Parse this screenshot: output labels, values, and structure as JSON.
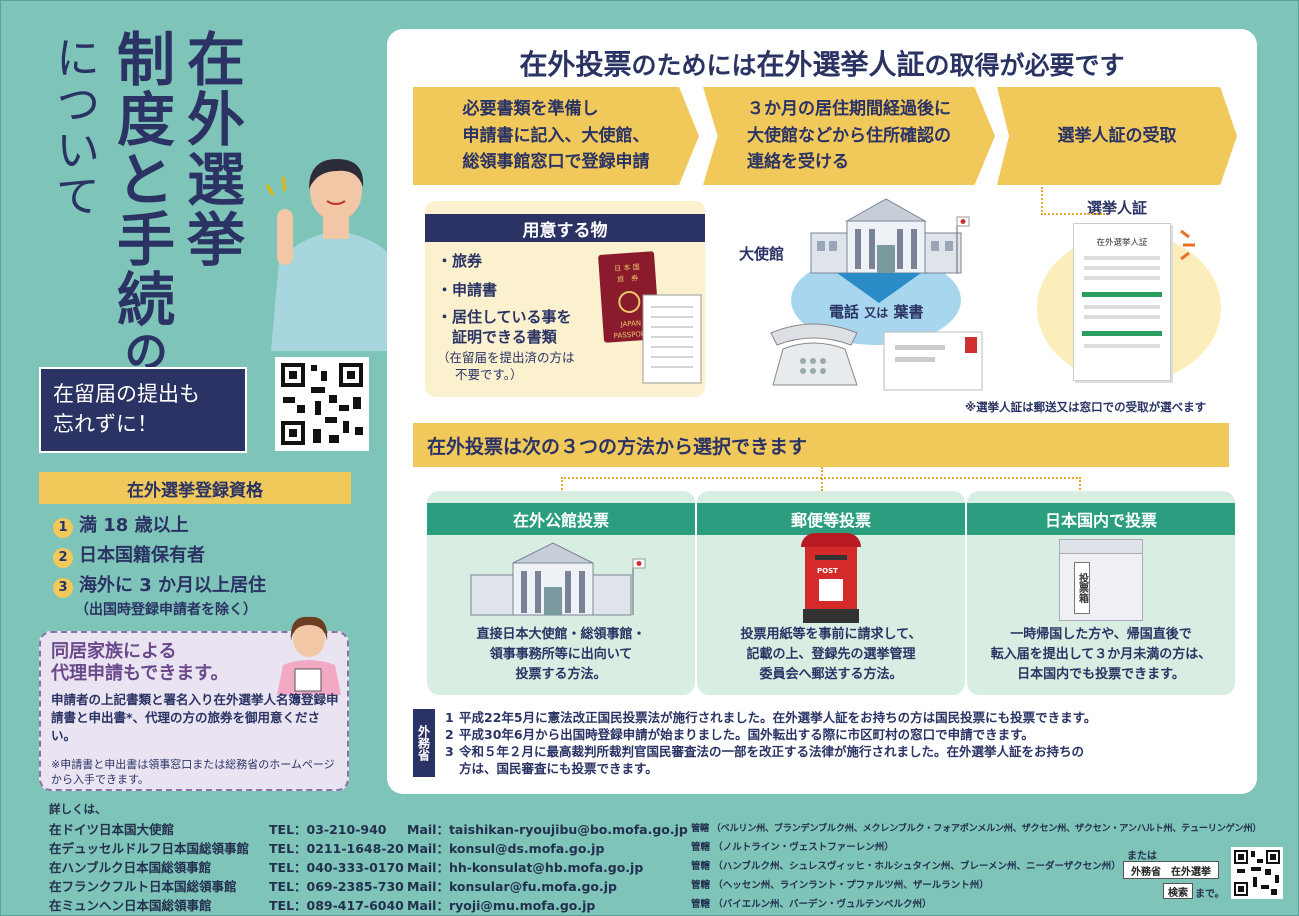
{
  "title": {
    "line1": "在外選挙",
    "line2": "制度と手続",
    "line3": "について",
    "no": "の"
  },
  "reminder": {
    "line1": "在留届の提出も",
    "line2": "忘れずに！"
  },
  "eligibility": {
    "heading": "在外選挙登録資格",
    "items": [
      {
        "num": "1",
        "text": "満 18 歳以上"
      },
      {
        "num": "2",
        "text": "日本国籍保有者"
      },
      {
        "num": "3",
        "text": "海外に 3 か月以上居住"
      }
    ],
    "note": "（出国時登録申請者を除く）"
  },
  "proxy": {
    "title1": "同居家族による",
    "title2": "代理申請もできます。",
    "body": "申請者の上記書類と署名入り在外選挙人名簿登録申請書と申出書*、代理の方の旅券を御用意ください。",
    "note": "※申請書と申出書は領事窓口または総務省のホームページから入手できます。"
  },
  "banner": {
    "part1": "在外投票",
    "part2": "のためには",
    "part3": "在外選挙人証",
    "part4": "の取得が必要です"
  },
  "steps": [
    {
      "l1": "必要書類を準備し",
      "l2": "申請書に記入、大使館、",
      "l3": "総領事館窓口で登録申請"
    },
    {
      "l1": "３か月の居住期間経過後に",
      "l2": "大使館などから住所確認の",
      "l3": "連絡を受ける"
    },
    {
      "l1": "選挙人証の受取",
      "l2": "",
      "l3": ""
    }
  ],
  "prepare": {
    "heading": "用意する物",
    "items": [
      "・旅券",
      "・申請書",
      "・居住している事を",
      "　証明できる書類"
    ],
    "note1": "（在留届を提出済の方は",
    "note2": "不要です。）",
    "passport1": "日 本 国",
    "passport2": "旅　券",
    "passport3": "JAPAN",
    "passport4": "PASSPORT"
  },
  "embassy": {
    "label": "大使館",
    "contact_a": "電話",
    "contact_or": "又は",
    "contact_b": "葉書"
  },
  "certificate": {
    "label": "選挙人証",
    "doc_title": "在外選挙人証"
  },
  "cert_note": "※選挙人証は郵送又は窓口での受取が選べます",
  "methods_heading": "在外投票は次の３つの方法から選択できます",
  "methods": [
    {
      "title": "在外公館投票",
      "l1": "直接日本大使館・総領事館・",
      "l2": "領事事務所等に出向いて",
      "l3": "投票する方法。"
    },
    {
      "title": "郵便等投票",
      "l1": "投票用紙等を事前に請求して、",
      "l2": "記載の上、登録先の選挙管理",
      "l3": "委員会へ郵送する方法。",
      "post": "POST"
    },
    {
      "title": "日本国内で投票",
      "l1": "一時帰国した方や、帰国直後で",
      "l2": "転入届を提出して３か月未満の方は、",
      "l3": "日本国内でも投票できます。",
      "box": "投票箱"
    }
  ],
  "ministry": "外務省",
  "notes": [
    {
      "n": "1",
      "t": "平成22年5月に憲法改正国民投票法が施行されました。在外選挙人証をお持ちの方は国民投票にも投票できます。"
    },
    {
      "n": "2",
      "t": "平成30年6月から出国時登録申請が始まりました。国外転出する際に市区町村の窓口で申請できます。"
    },
    {
      "n": "3",
      "t": "令和５年２月に最高裁判所裁判官国民審査法の一部を改正する法律が施行されました。在外選挙人証をお持ちの"
    },
    {
      "n": "",
      "t": "方は、国民審査にも投票できます。"
    }
  ],
  "footer": {
    "intro": "詳しくは、",
    "rows": [
      {
        "office": "在ドイツ日本国大使館",
        "tel": "TEL：03-210-940",
        "mail": "Mail：taishikan-ryoujibu@bo.mofa.go.jp",
        "area": "管轄 （ベルリン州、ブランデンブルク州、メクレンブルク・フォアポンメルン州、ザクセン州、ザクセン・アンハルト州、テューリンゲン州）"
      },
      {
        "office": "在デュッセルドルフ日本国総領事館",
        "tel": "TEL：0211-1648-20",
        "mail": "Mail：konsul@ds.mofa.go.jp",
        "area": "管轄 （ノルトライン・ヴェストファーレン州）"
      },
      {
        "office": "在ハンブルク日本国総領事館",
        "tel": "TEL：040-333-0170",
        "mail": "Mail：hh-konsulat@hb.mofa.go.jp",
        "area": "管轄 （ハンブルク州、シュレスヴィッヒ・ホルシュタイン州、ブレーメン州、ニーダーザクセン州）"
      },
      {
        "office": "在フランクフルト日本国総領事館",
        "tel": "TEL：069-2385-730",
        "mail": "Mail：konsular@fu.mofa.go.jp",
        "area": "管轄 （ヘッセン州、ラインラント・プファルツ州、ザールラント州）"
      },
      {
        "office": "在ミュンヘン日本国総領事館",
        "tel": "TEL：089-417-6040",
        "mail": "Mail：ryoji@mu.mofa.go.jp",
        "area": "管轄 （バイエルン州、バーデン・ヴュルテンベルク州）"
      }
    ],
    "or": "または",
    "search_text": "外務省　在外選挙",
    "search_button": "検索",
    "made": "まで。"
  }
}
